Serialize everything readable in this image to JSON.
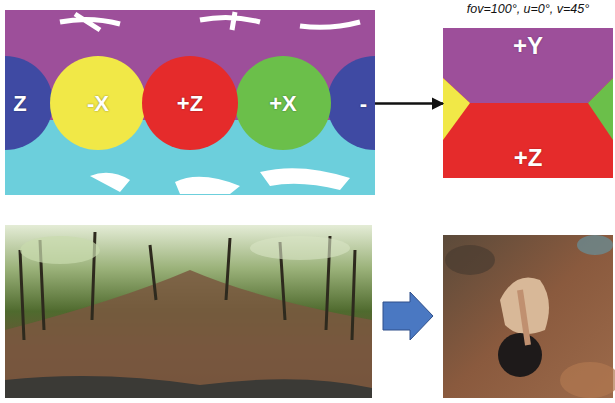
{
  "diagram": {
    "nodes": [
      {
        "text": [
          "Z"
        ]
      },
      {
        "text": [
          "-X"
        ]
      },
      {
        "text": [
          "+Z"
        ]
      },
      {
        "text": [
          "+X"
        ]
      },
      {
        "text": [
          "-"
        ]
      },
      {
        "text": [
          "fov=100°, u=0°, v=45°",
          "+Y",
          "+Z"
        ]
      }
    ],
    "edges": [
      {
        "from": 4,
        "to": 5,
        "arrow": "to"
      }
    ]
  }
}
